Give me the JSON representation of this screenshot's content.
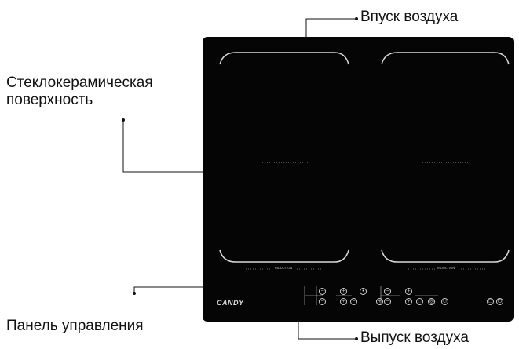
{
  "labels": {
    "air_inlet": "Впуск воздуха",
    "glass_line1": "Стеклокерамическая",
    "glass_line2": "поверхность",
    "control_panel": "Панель управления",
    "air_outlet": "Выпуск воздуха"
  },
  "hob": {
    "brand": "CANDY",
    "zone_marking": "INDUCTION",
    "surface_color": "#050505",
    "marking_color": "#cfcfcf"
  },
  "controls": {
    "left_zone_keys": [
      "minus-icon",
      "plus-icon",
      "minus-icon",
      "plus-icon"
    ],
    "right_zone_keys": [
      "minus-icon",
      "plus-icon",
      "minus-icon",
      "plus-icon"
    ],
    "function_keys": [
      "timer-icon",
      "bridge-icon",
      "booster-icon",
      "lock-icon",
      "power-icon"
    ]
  }
}
